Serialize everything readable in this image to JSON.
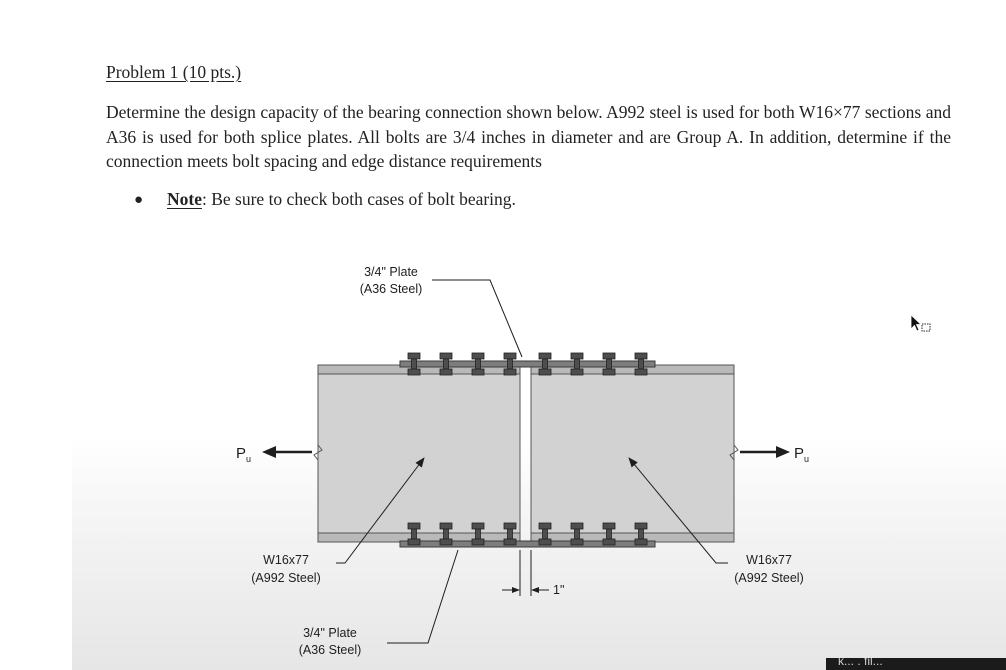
{
  "problem": {
    "title": "Problem 1 (10 pts.)",
    "statement": "Determine the design capacity of the bearing connection shown below. A992 steel is used for both W16×77 sections and A36 is used for both splice plates. All bolts are 3/4 inches in diameter and are Group A. In addition, determine if the connection meets bolt spacing and edge distance requirements",
    "note_label": "Note",
    "note_text": ":  Be sure to check both cases of bolt bearing."
  },
  "figure": {
    "top_plate_label_line1": "3/4\" Plate",
    "top_plate_label_line2": "(A36 Steel)",
    "bottom_plate_label_line1": "3/4\" Plate",
    "bottom_plate_label_line2": "(A36 Steel)",
    "left_beam_label_line1": "W16x77",
    "left_beam_label_line2": "(A992 Steel)",
    "right_beam_label_line1": "W16x77",
    "right_beam_label_line2": "(A992 Steel)",
    "load_symbol": "P",
    "load_subscript": "u",
    "gap_dimension": "1\""
  },
  "overlay": {
    "bottom_bar_text": "k... . fil..."
  },
  "icons": [
    "bullet-icon",
    "mouse-cursor-icon"
  ]
}
